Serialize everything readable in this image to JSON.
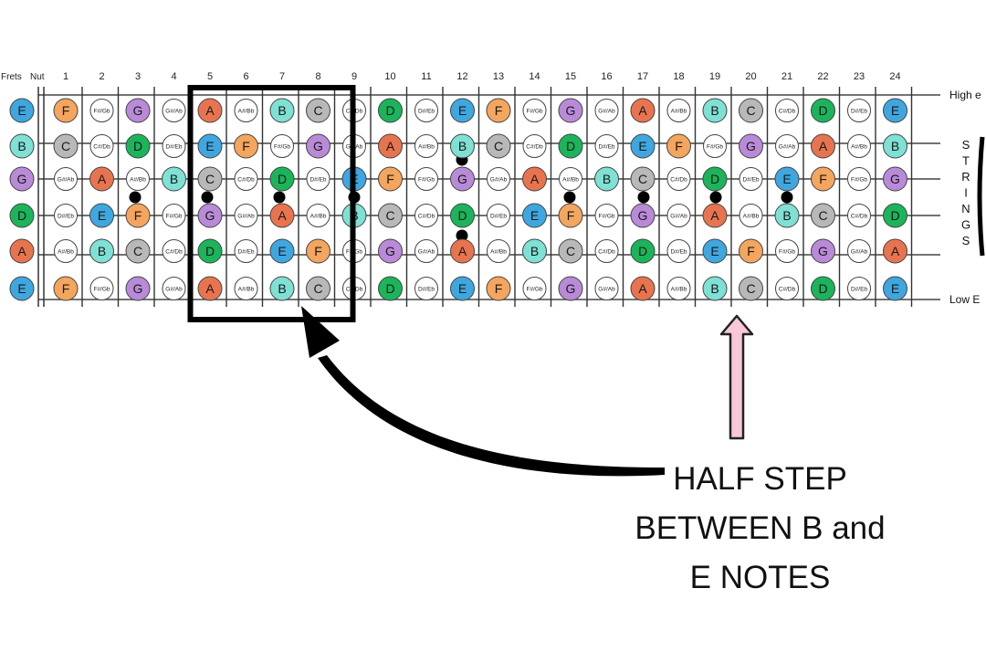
{
  "header": {
    "frets_label": "Frets",
    "nut_label": "Nut",
    "fret_numbers": [
      "1",
      "2",
      "3",
      "4",
      "5",
      "6",
      "7",
      "8",
      "9",
      "10",
      "11",
      "12",
      "13",
      "14",
      "15",
      "16",
      "17",
      "18",
      "19",
      "20",
      "21",
      "22",
      "23",
      "24"
    ]
  },
  "strings": [
    {
      "open": "E",
      "label": "High e",
      "frets": [
        "F",
        "F#/Gb",
        "G",
        "G#/Ab",
        "A",
        "A#/Bb",
        "B",
        "C",
        "C#/Db",
        "D",
        "D#/Eb",
        "E",
        "F",
        "F#/Gb",
        "G",
        "G#/Ab",
        "A",
        "A#/Bb",
        "B",
        "C",
        "C#/Db",
        "D",
        "D#/Eb",
        "E"
      ]
    },
    {
      "open": "B",
      "label": "",
      "frets": [
        "C",
        "C#/Db",
        "D",
        "D#/Eb",
        "E",
        "F",
        "F#/Gb",
        "G",
        "G#/Ab",
        "A",
        "A#/Bb",
        "B",
        "C",
        "C#/Db",
        "D",
        "D#/Eb",
        "E",
        "F",
        "F#/Gb",
        "G",
        "G#/Ab",
        "A",
        "A#/Bb",
        "B"
      ]
    },
    {
      "open": "G",
      "label": "",
      "frets": [
        "G#/Ab",
        "A",
        "A#/Bb",
        "B",
        "C",
        "C#/Db",
        "D",
        "D#/Eb",
        "E",
        "F",
        "F#/Gb",
        "G",
        "G#/Ab",
        "A",
        "A#/Bb",
        "B",
        "C",
        "C#/Db",
        "D",
        "D#/Eb",
        "E",
        "F",
        "F#/Gb",
        "G"
      ]
    },
    {
      "open": "D",
      "label": "",
      "frets": [
        "D#/Eb",
        "E",
        "F",
        "F#/Gb",
        "G",
        "G#/Ab",
        "A",
        "A#/Bb",
        "B",
        "C",
        "C#/Db",
        "D",
        "D#/Eb",
        "E",
        "F",
        "F#/Gb",
        "G",
        "G#/Ab",
        "A",
        "A#/Bb",
        "B",
        "C",
        "C#/Db",
        "D"
      ]
    },
    {
      "open": "A",
      "label": "",
      "frets": [
        "A#/Bb",
        "B",
        "C",
        "C#/Db",
        "D",
        "D#/Eb",
        "E",
        "F",
        "F#/Gb",
        "G",
        "G#/Ab",
        "A",
        "A#/Bb",
        "B",
        "C",
        "C#/Db",
        "D",
        "D#/Eb",
        "E",
        "F",
        "F#/Gb",
        "G",
        "G#/Ab",
        "A"
      ]
    },
    {
      "open": "E",
      "label": "Low E",
      "frets": [
        "F",
        "F#/Gb",
        "G",
        "G#/Ab",
        "A",
        "A#/Bb",
        "B",
        "C",
        "C#/Db",
        "D",
        "D#/Eb",
        "E",
        "F",
        "F#/Gb",
        "G",
        "G#/Ab",
        "A",
        "A#/Bb",
        "B",
        "C",
        "C#/Db",
        "D",
        "D#/Eb",
        "E"
      ]
    }
  ],
  "strings_side_label": "STRINGS",
  "inlay_frets": [
    3,
    5,
    7,
    9,
    12,
    15,
    17,
    19,
    21
  ],
  "highlight_frets": [
    4,
    8
  ],
  "note_colors": {
    "A": "#e8744f",
    "B": "#7fe0d4",
    "C": "#b8b8b8",
    "D": "#1bb45b",
    "E": "#3fa7df",
    "F": "#f4a55e",
    "G": "#b98ad8",
    "sharp": "#ffffff"
  },
  "callout": {
    "line1": "HALF STEP",
    "line2": "BETWEEN B and",
    "line3": "E NOTES"
  },
  "arrow_color": "#f8c8d8"
}
